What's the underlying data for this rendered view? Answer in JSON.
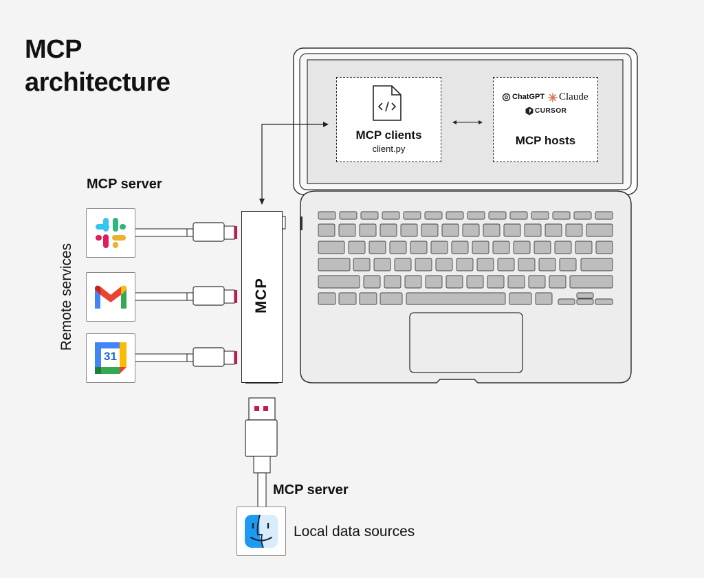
{
  "title": {
    "line1": "MCP",
    "line2": "architecture"
  },
  "labels": {
    "mcp_server_top": "MCP server",
    "remote_services": "Remote services",
    "hub": "MCP",
    "mcp_server_bottom": "MCP server",
    "local_data_sources": "Local data sources"
  },
  "screen": {
    "clients_title": "MCP clients",
    "clients_file": "client.py",
    "hosts_title": "MCP hosts",
    "brands": {
      "chatgpt": "ChatGPT",
      "claude": "Claude",
      "cursor": "CURSOR"
    }
  },
  "icons": {
    "slack": "slack-icon",
    "gmail": "gmail-icon",
    "calendar": "google-calendar-icon",
    "calendar_day": "31",
    "finder": "finder-icon",
    "file": "code-file-icon"
  },
  "colors": {
    "background": "#f4f4f4",
    "accent_connector": "#c8174a",
    "gray_key": "#bdbdbd",
    "laptop_body": "#ededed"
  }
}
